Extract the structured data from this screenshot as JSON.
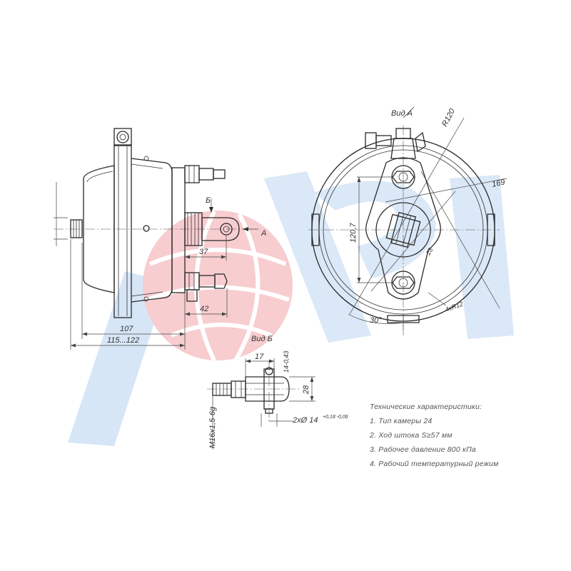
{
  "views": {
    "view_a": "Вид А",
    "view_b": "Вид Б"
  },
  "labels": {
    "arrow_a": "А",
    "arrow_b": "Б"
  },
  "dimensions": {
    "d107": "107",
    "d115_122": "115...122",
    "d37": "37",
    "d42": "42",
    "d17": "17",
    "d14_tol": "14-0,43",
    "d28": "28",
    "hole": "2хØ 14",
    "hole_tol": "+0,18 -0,06",
    "thread": "M16х1,5-6g",
    "r120": "R120",
    "d169": "169",
    "d120_7": "120,7",
    "d28b": "28",
    "d4x_r12": "4хR12",
    "angle30": "30°"
  },
  "specs": {
    "title": "Технические характеристики:",
    "items": [
      "1. Тип камеры  24",
      "2. Ход штока  S≥57 мм",
      "3. Рабочее давление  800 кПа",
      "4. Рабочий температурный режим"
    ]
  },
  "colors": {
    "watermark_blue": "#cfe0f3",
    "watermark_red": "#f6c9cc",
    "line": "#2a2a2a"
  }
}
